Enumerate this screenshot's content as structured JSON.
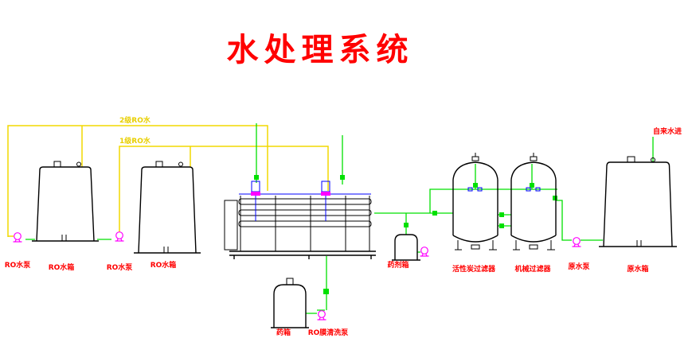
{
  "title": "水处理系统",
  "colors": {
    "title_red": "#ff0000",
    "label_red": "#ff0000",
    "pipe_green": "#00e000",
    "pipe_yellow": "#f2d800",
    "pump_magenta": "#ff00ff",
    "rack_blue": "#0000ff",
    "outline_black": "#000000",
    "background": "#ffffff"
  },
  "pipe_labels": {
    "second_stage_ro_water": "2级RO水",
    "first_stage_ro_water": "1级RO水",
    "tap_water_inlet": "自来水进"
  },
  "equipment_labels": {
    "ro_pump_left": "RO水泵",
    "ro_tank_left": "RO水箱",
    "ro_pump_mid": "RO水泵",
    "ro_tank_mid": "RO水箱",
    "dosing_tank": "药剂箱",
    "activated_carbon_filter": "活性炭过滤器",
    "mechanical_filter": "机械过滤器",
    "raw_water_pump": "原水泵",
    "raw_water_tank": "原水箱",
    "medicine_tank": "药箱",
    "ro_membrane_cleaning_pump": "RO膜清洗泵"
  }
}
